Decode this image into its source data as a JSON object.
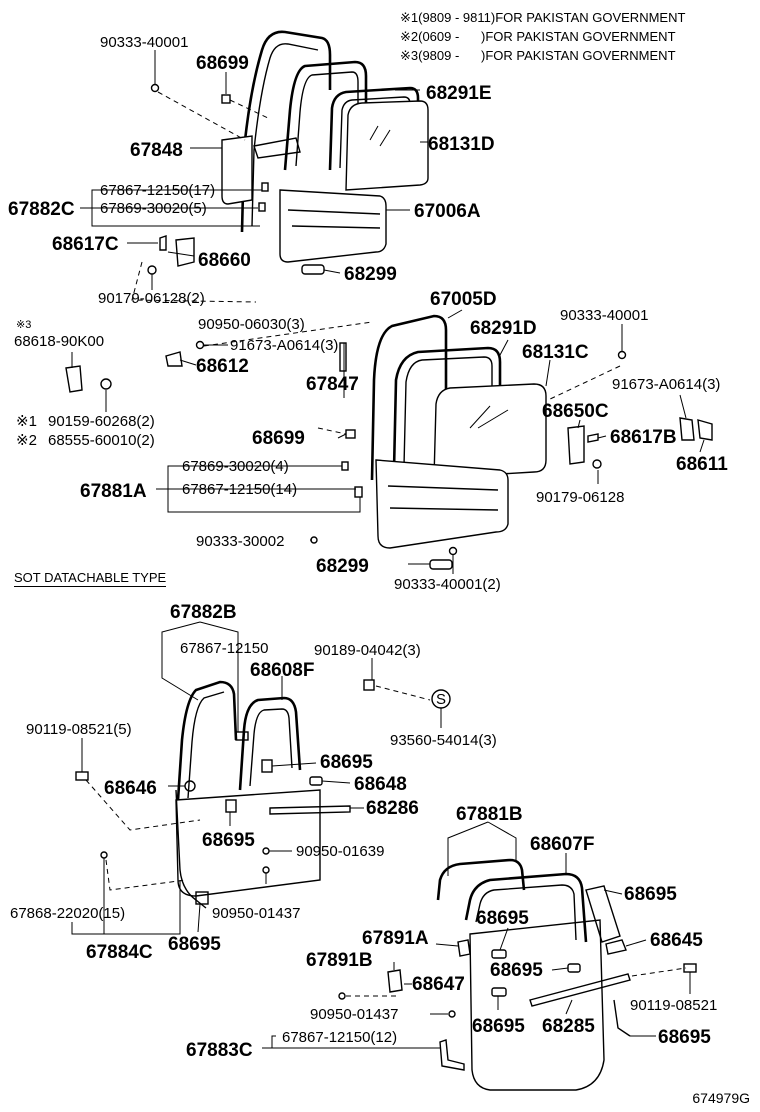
{
  "notes": [
    {
      "mark": "※1",
      "text": "(9809 - 9811)FOR PAKISTAN GOVERNMENT"
    },
    {
      "mark": "※2",
      "text": "(0609 -      )FOR PAKISTAN GOVERNMENT"
    },
    {
      "mark": "※3",
      "text": "(9809 -      )FOR PAKISTAN GOVERNMENT"
    }
  ],
  "section_caption": "SOT DATACHABLE TYPE",
  "figure_code": "674979G",
  "labels": {
    "p90333_40001_a": "90333-40001",
    "p68699_a": "68699",
    "p68291E": "68291E",
    "p67848": "67848",
    "p68131D": "68131D",
    "p67867_12150_17": "67867-12150(17)",
    "p67882C": "67882C",
    "p67869_30020_5": "67869-30020(5)",
    "p67006A": "67006A",
    "p68617C": "68617C",
    "p68660": "68660",
    "p68299_a": "68299",
    "p90179_06128_2": "90179-06128(2)",
    "mark3": "※3",
    "p68618_90K00": "68618-90K00",
    "p90950_06030_3": "90950-06030(3)",
    "p91673_A0614_3_a": "91673-A0614(3)",
    "p68612": "68612",
    "p67005D": "67005D",
    "p68291D": "68291D",
    "p68131C": "68131C",
    "p90333_40001_b": "90333-40001",
    "p91673_A0614_3_b": "91673-A0614(3)",
    "p67847": "67847",
    "p68650C": "68650C",
    "p68617B": "68617B",
    "p68611": "68611",
    "mark1": "※1",
    "p90159_60268_2": "90159-60268(2)",
    "mark2": "※2",
    "p68555_60010_2": "68555-60010(2)",
    "p68699_b": "68699",
    "p67869_30020_4": "67869-30020(4)",
    "p67881A": "67881A",
    "p67867_12150_14": "67867-12150(14)",
    "p90179_06128": "90179-06128",
    "p90333_30002": "90333-30002",
    "p68299_b": "68299",
    "p90333_40001_2": "90333-40001(2)",
    "p67882B": "67882B",
    "p67867_12150": "67867-12150",
    "p90189_04042_3": "90189-04042(3)",
    "p68608F": "68608F",
    "p90119_08521_5": "90119-08521(5)",
    "s_mark": "S",
    "p93560_54014_3": "93560-54014(3)",
    "p68695_a": "68695",
    "p68646": "68646",
    "p68648": "68648",
    "p68286": "68286",
    "p68695_b": "68695",
    "p90950_01639": "90950-01639",
    "p67881B": "67881B",
    "p68607F": "68607F",
    "p67868_22020_15": "67868-22020(15)",
    "p90950_01437_a": "90950-01437",
    "p68695_c": "68695",
    "p67884C": "67884C",
    "p68695_d": "68695",
    "p68695_e": "68695",
    "p68645": "68645",
    "p67891A": "67891A",
    "p67891B": "67891B",
    "p68647": "68647",
    "p68695_f": "68695",
    "p90119_08521": "90119-08521",
    "p90950_01437_b": "90950-01437",
    "p68695_g": "68695",
    "p68285": "68285",
    "p67883C": "67883C",
    "p67867_12150_12": "67867-12150(12)",
    "p68695_h": "68695"
  }
}
